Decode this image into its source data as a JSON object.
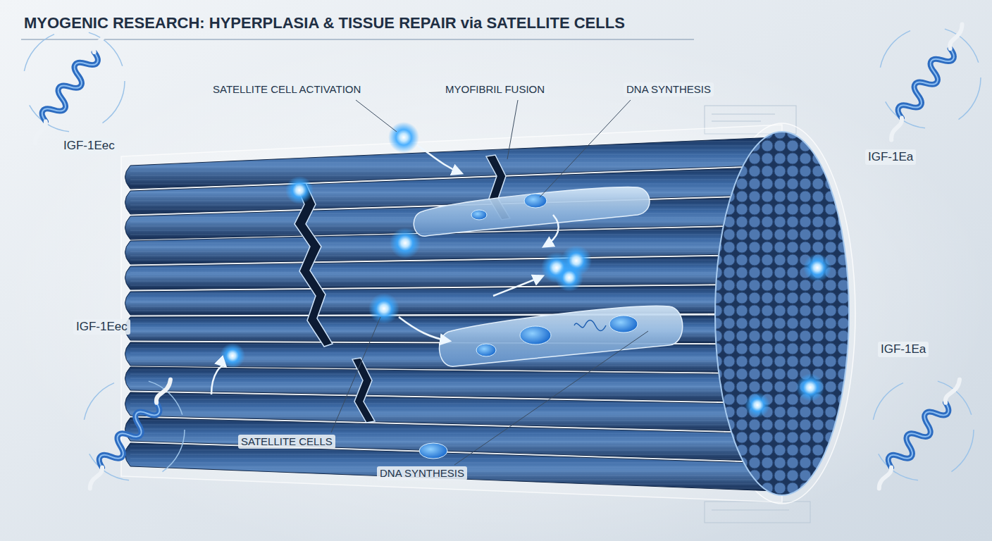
{
  "diagram": {
    "title": "MYOGENIC RESEARCH: HYPERPLASIA & TISSUE REPAIR via SATELLITE CELLS",
    "labels": [
      "SATELLITE CELL ACTIVATION",
      "MYOFIBRIL FUSION",
      "DNA SYNTHESIS",
      "IGF-1Eec",
      "IGF-1Ea",
      "IGF-1Eec",
      "IGF-1Ea",
      "SATELLITE CELLS",
      "DNA SYNTHESIS"
    ]
  }
}
